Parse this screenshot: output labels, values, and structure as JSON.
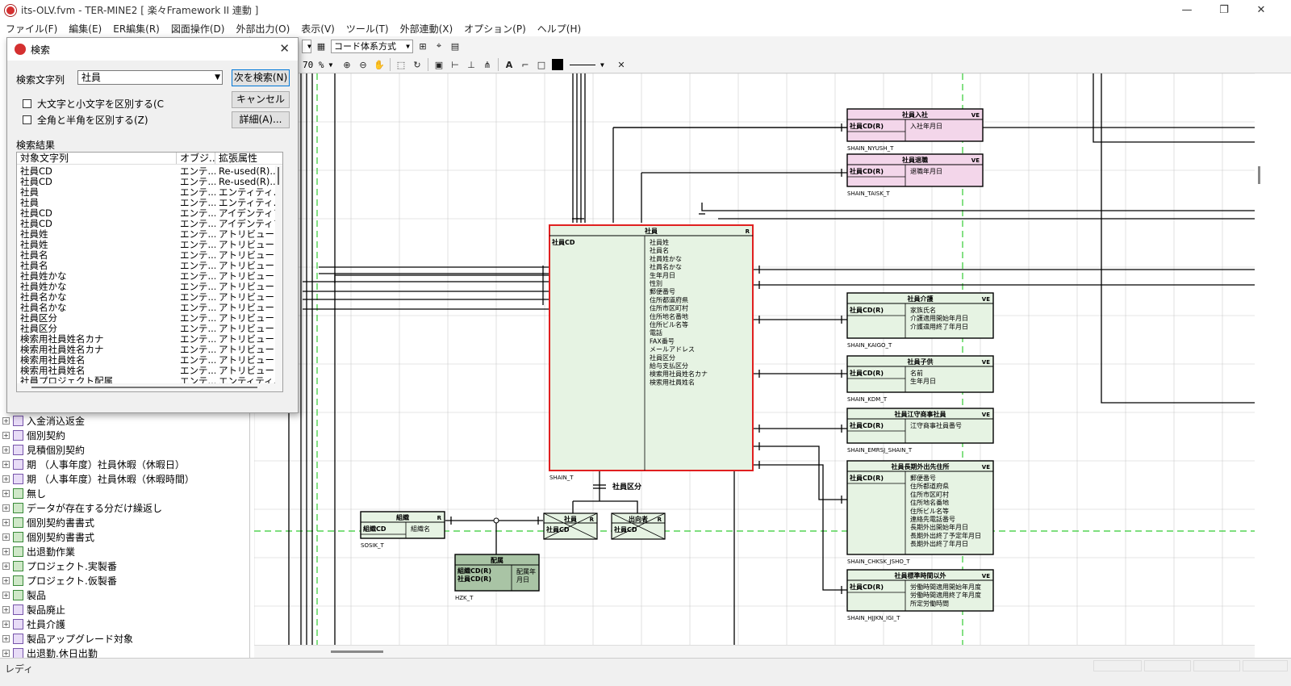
{
  "window": {
    "title": "its-OLV.fvm - TER-MINE2 [ 楽々Framework II 連動 ]",
    "minimize": "—",
    "maximize": "❐",
    "close": "✕"
  },
  "menu": [
    "ファイル(F)",
    "編集(E)",
    "ER編集(R)",
    "図面操作(D)",
    "外部出力(O)",
    "表示(V)",
    "ツール(T)",
    "外部連動(X)",
    "オプション(P)",
    "ヘルプ(H)"
  ],
  "toolbar": {
    "code_system": "コード体系方式",
    "zoom": "70 %"
  },
  "tree": [
    "入金消込返金",
    "個別契約",
    "見積個別契約",
    "期 （人事年度）社員休暇（休暇日）",
    "期 （人事年度）社員休暇（休暇時間）",
    "無し",
    "データが存在する分だけ繰返し",
    "個別契約書書式",
    "個別契約書書式",
    "出退勤作業",
    "プロジェクト.実製番",
    "プロジェクト.仮製番",
    "製品",
    "製品廃止",
    "社員介護",
    "製品アップグレード対象",
    "出退勤.休日出勤"
  ],
  "dialog": {
    "title": "検索",
    "close": "✕",
    "search_label": "検索文字列",
    "search_value": "社員",
    "dropdown": "▼",
    "find_next": "次を検索(N)",
    "cancel": "キャンセル",
    "details": "詳細(A)...",
    "case_option": "大文字と小文字を区別する(C",
    "width_option": "全角と半角を区別する(Z)",
    "results_label": "検索結果",
    "columns": [
      "対象文字列",
      "オブジ...",
      "拡張属性"
    ],
    "rows": [
      [
        "社員CD",
        "エンテ...",
        "Re-used(R)..."
      ],
      [
        "社員CD",
        "エンテ...",
        "Re-used(R)..."
      ],
      [
        "社員",
        "エンテ...",
        "エンティティ..."
      ],
      [
        "社員",
        "エンテ...",
        "エンティティ..."
      ],
      [
        "社員CD",
        "エンテ...",
        "アイデンティフ..."
      ],
      [
        "社員CD",
        "エンテ...",
        "アイデンティフ..."
      ],
      [
        "社員姓",
        "エンテ...",
        "アトリビュー..."
      ],
      [
        "社員姓",
        "エンテ...",
        "アトリビュー..."
      ],
      [
        "社員名",
        "エンテ...",
        "アトリビュー..."
      ],
      [
        "社員名",
        "エンテ...",
        "アトリビュー..."
      ],
      [
        "社員姓かな",
        "エンテ...",
        "アトリビュー..."
      ],
      [
        "社員姓かな",
        "エンテ...",
        "アトリビュー..."
      ],
      [
        "社員名かな",
        "エンテ...",
        "アトリビュー..."
      ],
      [
        "社員名かな",
        "エンテ...",
        "アトリビュー..."
      ],
      [
        "社員区分",
        "エンテ...",
        "アトリビュー..."
      ],
      [
        "社員区分",
        "エンテ...",
        "アトリビュー..."
      ],
      [
        "検索用社員姓名カナ",
        "エンテ...",
        "アトリビュー..."
      ],
      [
        "検索用社員姓名カナ",
        "エンテ...",
        "アトリビュー..."
      ],
      [
        "検索用社員姓名",
        "エンテ...",
        "アトリビュー..."
      ],
      [
        "検索用社員姓名",
        "エンテ...",
        "アトリビュー..."
      ],
      [
        "社員プロジェクト配属",
        "エンテ...",
        "エンティティ..."
      ]
    ]
  },
  "diagram": {
    "colors": {
      "pink": "#f3d6ea",
      "green": "#e6f3e3",
      "green_dark": "#a9c4a5",
      "selected": "#e02020",
      "grid": "#cccccc",
      "guide": "#33cc33"
    },
    "main_entity": {
      "title": "社員",
      "badge": "R",
      "key": "社員CD",
      "table": "SHAIN_T",
      "attrs": [
        "社員姓",
        "社員名",
        "社員姓かな",
        "社員名かな",
        "生年月日",
        "性別",
        "郵便番号",
        "住所都道府県",
        "住所市区町村",
        "住所地名番地",
        "住所ビル名等",
        "電話",
        "FAX番号",
        "メールアドレス",
        "社員区分",
        "給与支払区分",
        "検索用社員姓名カナ",
        "検索用社員姓名"
      ]
    },
    "nyush": {
      "title": "社員入社",
      "badge": "VE",
      "key": "社員CD(R)",
      "attrs": [
        "入社年月日"
      ],
      "table": "SHAIN_NYUSH_T"
    },
    "taisk": {
      "title": "社員退職",
      "badge": "VE",
      "key": "社員CD(R)",
      "attrs": [
        "退職年月日"
      ],
      "table": "SHAIN_TAISK_T"
    },
    "kaigo": {
      "title": "社員介護",
      "badge": "VE",
      "key": "社員CD(R)",
      "attrs": [
        "家族氏名",
        "介護適用開始年月日",
        "介護適用終了年月日"
      ],
      "table": "SHAIN_KAIGO_T"
    },
    "kdm": {
      "title": "社員子供",
      "badge": "VE",
      "key": "社員CD(R)",
      "attrs": [
        "名前",
        "生年月日"
      ],
      "table": "SHAIN_KDM_T"
    },
    "emrsj": {
      "title": "社員江守商事社員",
      "badge": "VE",
      "key": "社員CD(R)",
      "attrs": [
        "江守商事社員番号"
      ],
      "table": "SHAIN_EMRSJ_SHAIN_T"
    },
    "chksk": {
      "title": "社員長期外出先住所",
      "badge": "VE",
      "key": "社員CD(R)",
      "attrs": [
        "郵便番号",
        "住所都道府県",
        "住所市区町村",
        "住所地名番地",
        "住所ビル名等",
        "連絡先電話番号",
        "長期外出開始年月日",
        "長期外出終了予定年月日",
        "長期外出終了年月日"
      ],
      "table": "SHAIN_CHKSK_JSHO_T"
    },
    "hjjkn": {
      "title": "社員標準時間以外",
      "badge": "VE",
      "key": "社員CD(R)",
      "attrs": [
        "労働時間適用開始年月度",
        "労働時間適用終了年月度",
        "所定労働時間"
      ],
      "table": "SHAIN_HJJKN_IGI_T"
    },
    "sosik": {
      "title": "組織",
      "badge": "R",
      "key": "組織CD",
      "attrs": [
        "組織名"
      ],
      "table": "SOSIK_T"
    },
    "hzk": {
      "title": "配属",
      "keys": [
        "組織CD(R)",
        "社員CD(R)"
      ],
      "attrs": [
        "配属年",
        "月日"
      ],
      "table": "HZK_T"
    },
    "sub1": {
      "title": "社員",
      "badge": "R",
      "key": "社員CD"
    },
    "sub2": {
      "title": "出向者",
      "badge": "R",
      "key": "社員CD"
    },
    "subtype_label": "社員区分"
  },
  "status": {
    "text": "レディ"
  }
}
